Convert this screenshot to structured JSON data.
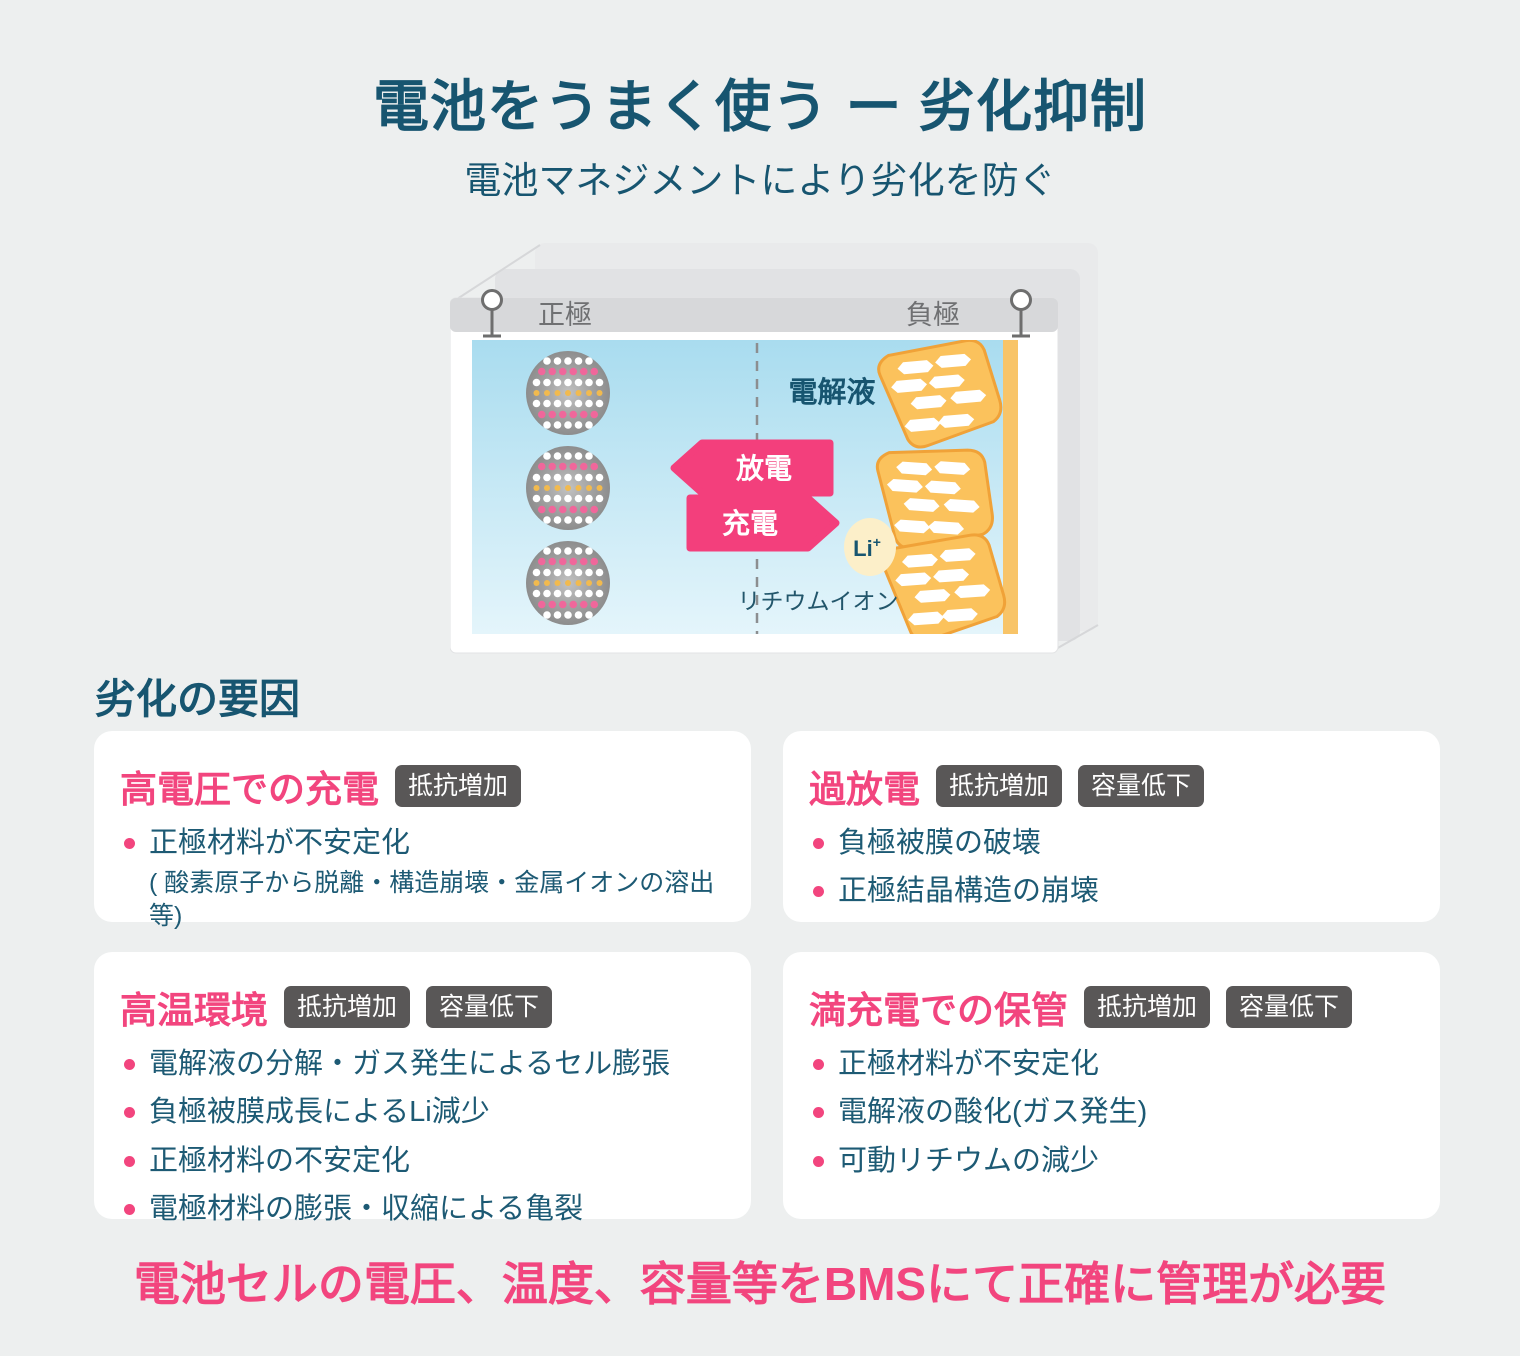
{
  "header": {
    "title": "電池をうまく使う ー 劣化抑制",
    "subtitle": "電池マネジメントにより劣化を防ぐ"
  },
  "diagram": {
    "positive_electrode_label": "正極",
    "negative_electrode_label": "負極",
    "electrolyte_label": "電解液",
    "discharge_label": "放電",
    "charge_label": "充電",
    "lithium_symbol": "Li",
    "lithium_charge": "+",
    "lithium_ion_label": "リチウムイオン"
  },
  "section_heading": "劣化の要因",
  "cards": [
    {
      "title": "高電圧での充電",
      "badges": [
        "抵抗増加"
      ],
      "bullets": [
        "正極材料が不安定化"
      ],
      "note": "( 酸素原子から脱離・構造崩壊・金属イオンの溶出等)"
    },
    {
      "title": "過放電",
      "badges": [
        "抵抗増加",
        "容量低下"
      ],
      "bullets": [
        "負極被膜の破壊",
        "正極結晶構造の崩壊"
      ]
    },
    {
      "title": "高温環境",
      "badges": [
        "抵抗増加",
        "容量低下"
      ],
      "bullets": [
        "電解液の分解・ガス発生によるセル膨張",
        "負極被膜成長によるLi減少",
        "正極材料の不安定化",
        "電極材料の膨張・収縮による亀裂"
      ]
    },
    {
      "title": "満充電での保管",
      "badges": [
        "抵抗増加",
        "容量低下"
      ],
      "bullets": [
        "正極材料が不安定化",
        "電解液の酸化(ガス発生)",
        "可動リチウムの減少"
      ]
    }
  ],
  "footer": {
    "statement": "電池セルの電圧、温度、容量等をBMSにて正確に管理が必要"
  },
  "colors": {
    "page_bg": "#EDEFEF",
    "heading_teal": "#175570",
    "body_teal": "#1D5A74",
    "accent_pink": "#F2457E",
    "arrow_pink": "#F33F7C",
    "badge_gray": "#595757",
    "card_white": "#FFFFFF",
    "electrolyte_blue_top": "#A9DCEF",
    "electrolyte_blue_bottom": "#E4F5FB",
    "graphite_orange": "#FBC25C",
    "graphite_border": "#F0A238",
    "collector_orange": "#F8C468",
    "particle_gray": "#8D8D8D",
    "particle_dot_pink": "#F0679B",
    "particle_dot_orange": "#F2BA4E",
    "ion_cream": "#FCEFC9",
    "band_gray": "#D7D8DA"
  }
}
